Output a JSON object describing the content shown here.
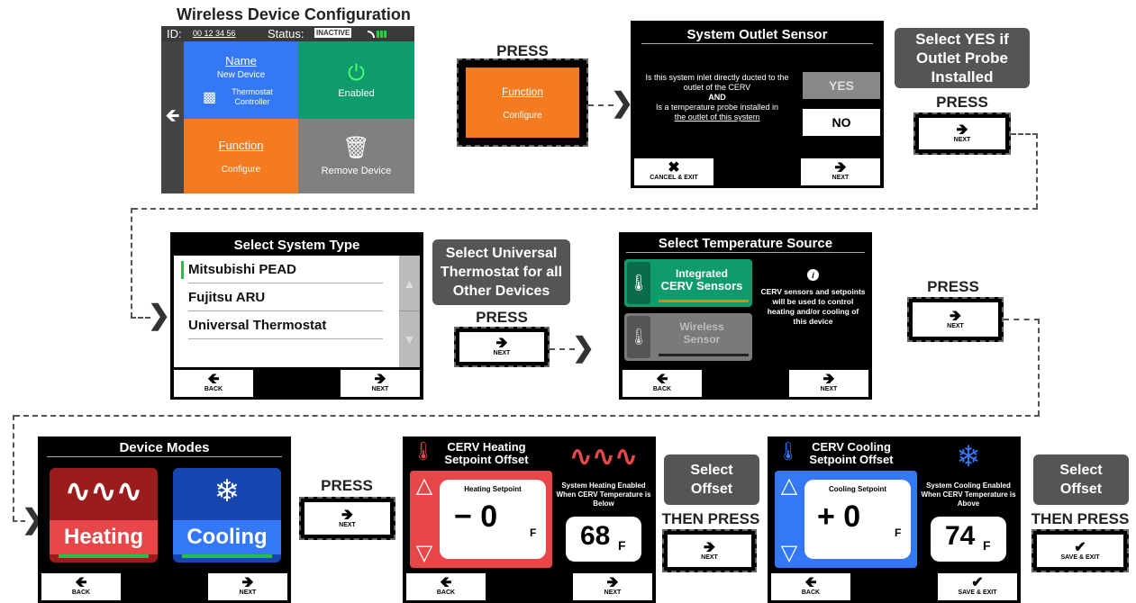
{
  "wdc": {
    "heading": "Wireless Device Configuration",
    "id_label": "ID:",
    "id_value": "00 12 34 56",
    "status_label": "Status:",
    "status_value": "INACTIVE",
    "name_title": "Name",
    "name_value": "New Device",
    "device_type": "Thermostat Controller",
    "enabled": "Enabled",
    "function_title": "Function",
    "function_value": "Configure",
    "remove": "Remove Device"
  },
  "step1": {
    "press": "PRESS",
    "function_title": "Function",
    "function_value": "Configure"
  },
  "outlet": {
    "title": "System Outlet Sensor",
    "q1": "Is this system inlet directly ducted to the outlet of the CERV",
    "and": "AND",
    "q2a": "Is a temperature probe installed in",
    "q2b": "the outlet of this system",
    "yes": "YES",
    "no": "NO",
    "cancel": "CANCEL & EXIT",
    "next": "NEXT"
  },
  "note_yes": {
    "line1": "Select YES if",
    "line2": "Outlet Probe",
    "line3": "Installed"
  },
  "press_labels": {
    "p1": "PRESS",
    "p2": "PRESS",
    "p3": "PRESS",
    "p4": "PRESS",
    "then1": "THEN PRESS",
    "then2": "THEN PRESS"
  },
  "systype": {
    "title": "Select System Type",
    "items": [
      "Mitsubishi PEAD",
      "Fujitsu ARU",
      "Universal Thermostat"
    ],
    "back": "BACK",
    "next": "NEXT"
  },
  "note_universal": {
    "line1": "Select Universal",
    "line2": "Thermostat for all",
    "line3": "Other Devices"
  },
  "tempsrc": {
    "title": "Select Temperature Source",
    "opt1a": "Integrated",
    "opt1b": "CERV Sensors",
    "opt2a": "Wireless",
    "opt2b": "Sensor",
    "info": "CERV sensors and setpoints will be used to control heating and/or cooling of this device",
    "back": "BACK",
    "next": "NEXT"
  },
  "modes": {
    "title": "Device Modes",
    "heating": "Heating",
    "cooling": "Cooling",
    "back": "BACK",
    "next": "NEXT"
  },
  "heat": {
    "title1": "CERV Heating",
    "title2": "Setpoint Offset",
    "setpoint": "Heating Setpoint",
    "offset": "− 0",
    "unit": "F",
    "info": "System Heating Enabled When CERV Temperature is Below",
    "temp": "68",
    "back": "BACK",
    "next": "NEXT"
  },
  "cool": {
    "title1": "CERV Cooling",
    "title2": "Setpoint Offset",
    "setpoint": "Cooling Setpoint",
    "offset": "+ 0",
    "unit": "F",
    "info": "System Cooling Enabled When CERV Temperature is Above",
    "temp": "74",
    "back": "BACK",
    "save": "SAVE & EXIT"
  },
  "select_offset": {
    "line1": "Select",
    "line2": "Offset"
  },
  "btns": {
    "next": "NEXT",
    "save": "SAVE & EXIT"
  },
  "colors": {
    "blue": "#3478f6",
    "green": "#0f9b6e",
    "orange": "#f47b20",
    "gray": "#808080",
    "red": "#e8474a",
    "darkred": "#9b1c1c",
    "darkblue": "#1746b0",
    "accent_green": "#22c04a"
  }
}
